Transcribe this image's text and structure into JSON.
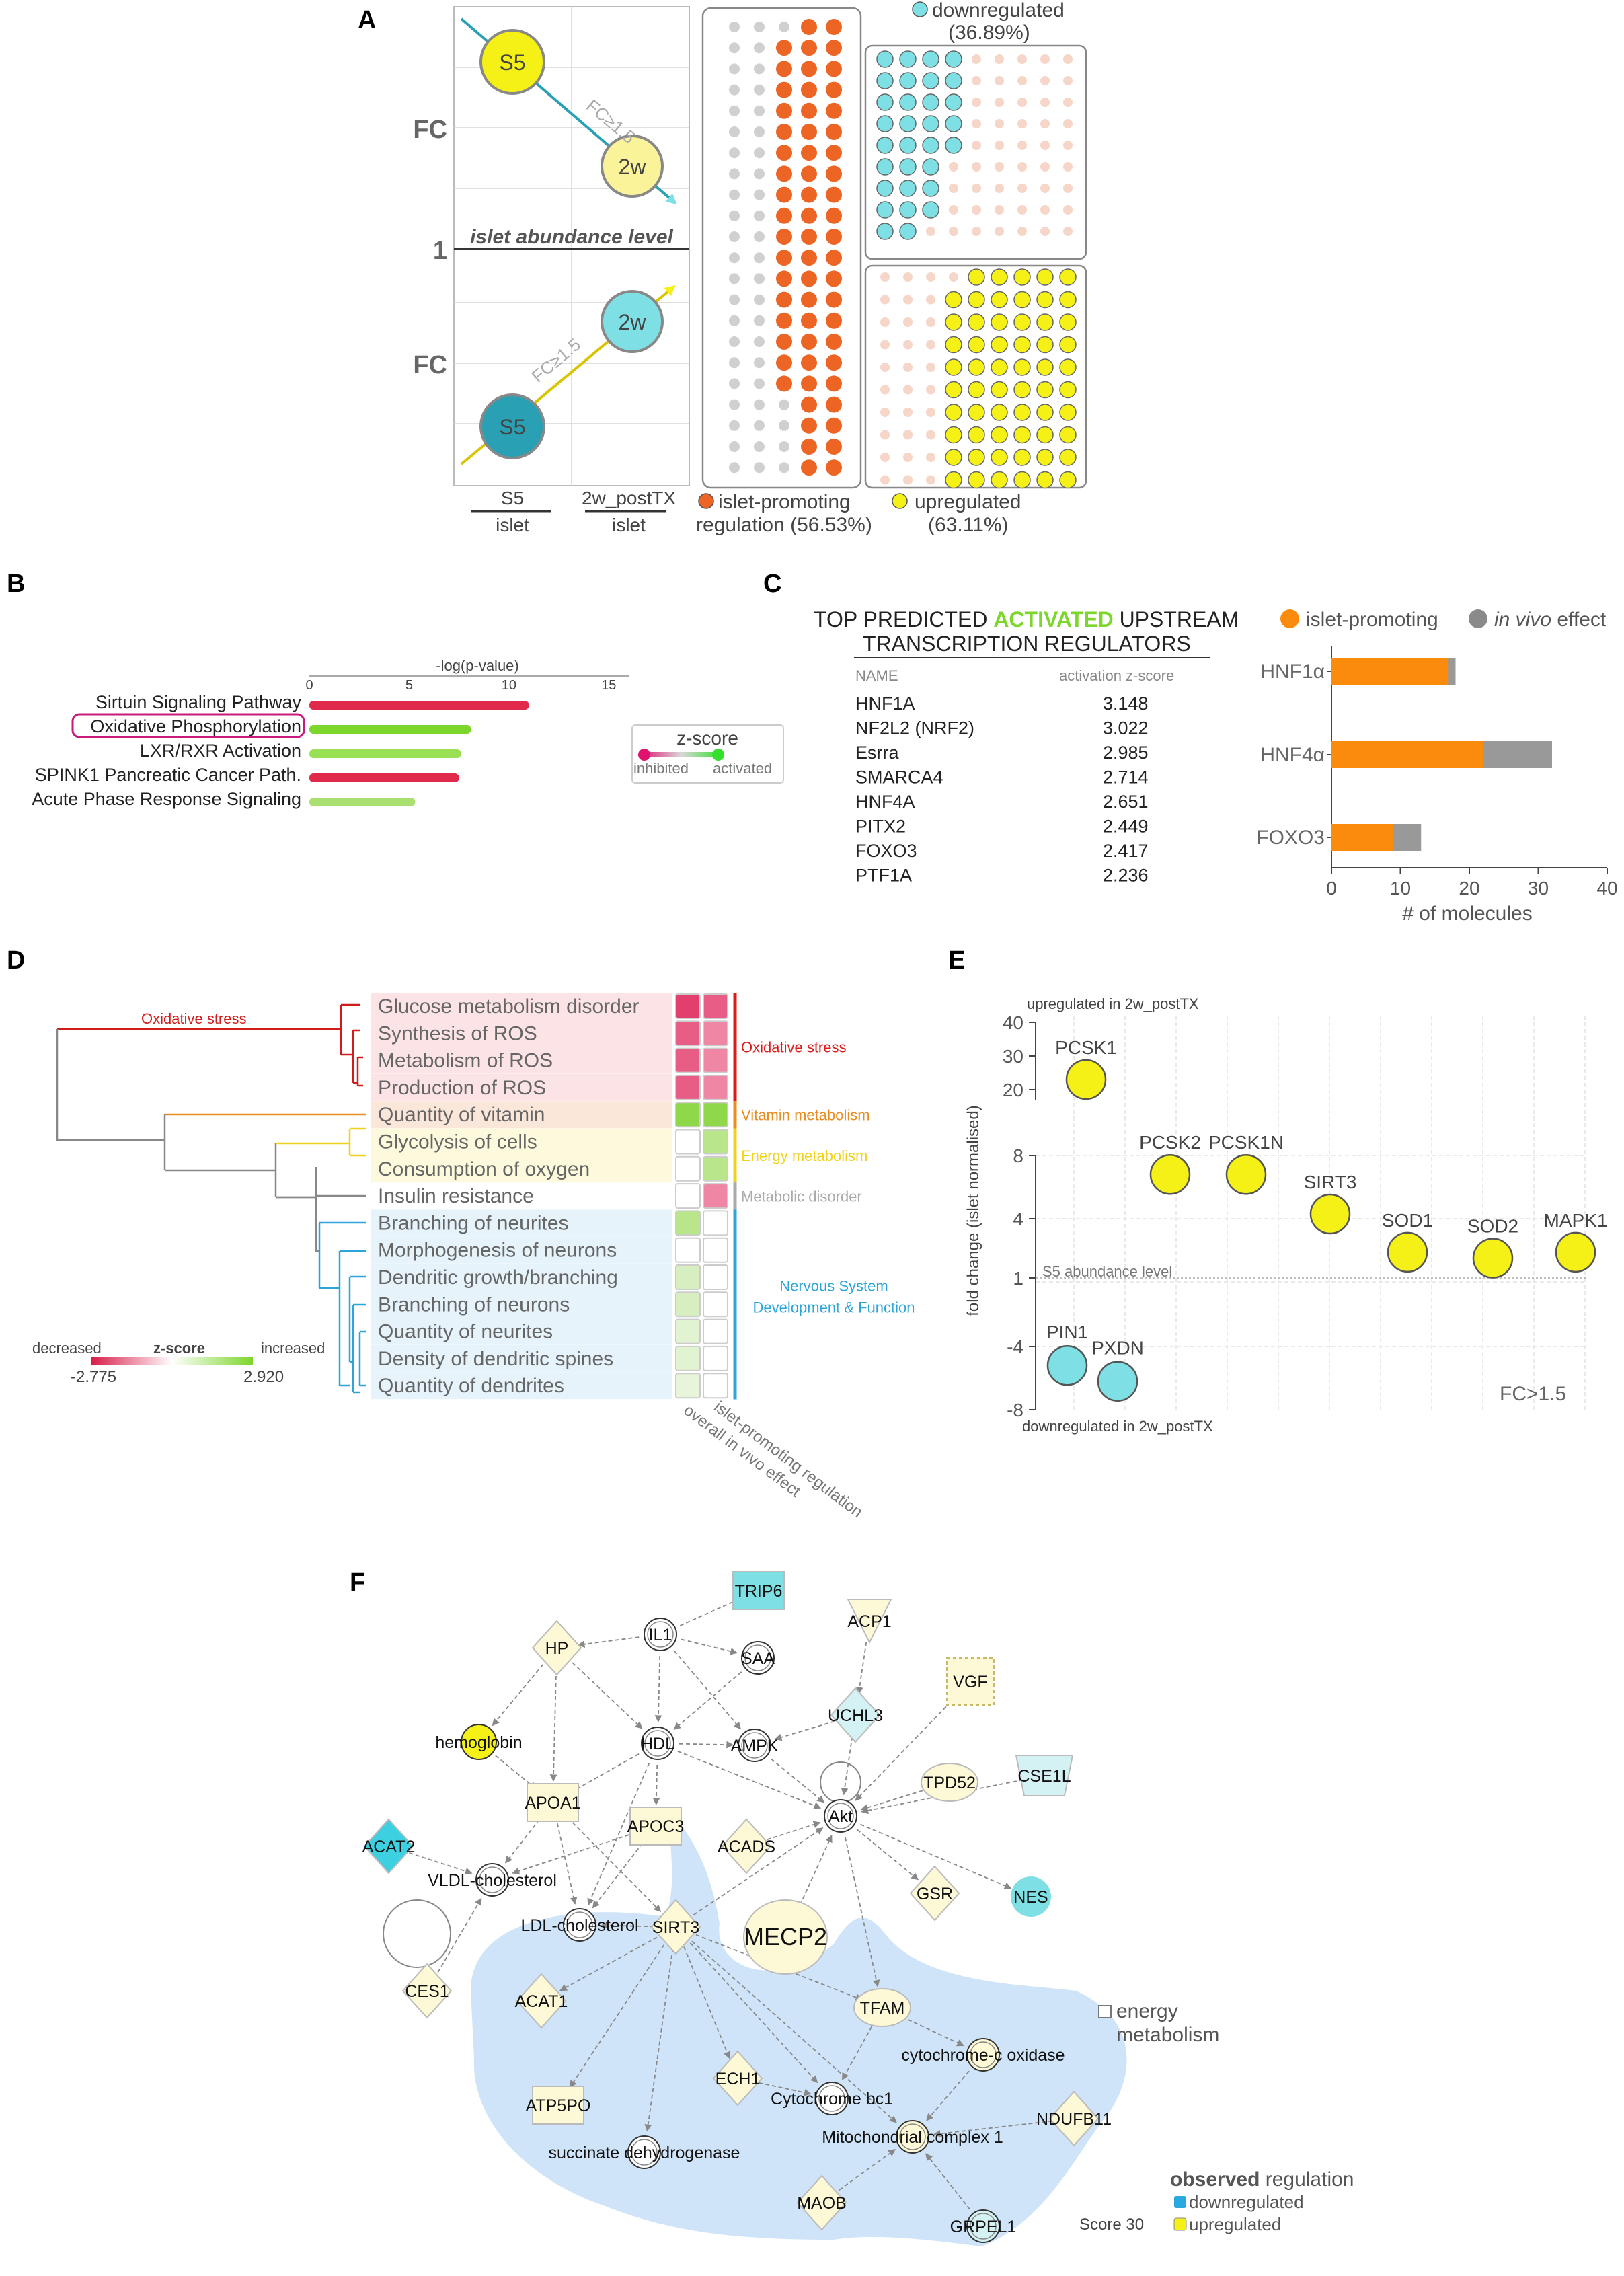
{
  "panels": {
    "A": "A",
    "B": "B",
    "C": "C",
    "D": "D",
    "E": "E",
    "F": "F"
  },
  "panelA": {
    "fc_top": "FC",
    "fc_bottom": "FC",
    "one": "1",
    "islet_line": "islet abundance level",
    "s5": "S5",
    "w2": "2w",
    "fc_label_top": "FC≥1.5",
    "fc_label_bottom": "FC≥1.5",
    "x_s5": "S5",
    "x_islet1": "islet",
    "x_2w": "2w_postTX",
    "x_islet2": "islet",
    "downregulated": "downregulated",
    "down_pct": "(36.89%)",
    "islet_promoting": "islet-promoting",
    "islet_promoting_pct": "regulation (56.53%)",
    "upregulated": "upregulated",
    "up_pct": "(63.11%)",
    "colors": {
      "orange": "#ec6525",
      "cyan": "#7ee0e4",
      "yellow": "#f5f116",
      "pink": "#f6d6c9",
      "grey": "#d0d0d0"
    }
  },
  "panelB": {
    "axis_title": "-log(p-value)",
    "ticks": [
      "0",
      "5",
      "10",
      "15"
    ],
    "zscore_title": "z-score",
    "inhibited": "inhibited",
    "activated": "activated",
    "chart_data": {
      "type": "bar",
      "categories": [
        "Sirtuin Signaling Pathway",
        "Oxidative Phosphorylation",
        "LXR/RXR Activation",
        "SPINK1 Pancreatic Cancer Path.",
        "Acute Phase Response Signaling"
      ],
      "values": [
        11.0,
        8.1,
        7.6,
        7.5,
        5.3
      ],
      "colors": [
        "#e0294b",
        "#7dd62b",
        "#9ae055",
        "#e0294b",
        "#a9e070"
      ],
      "xlim": [
        0,
        16
      ]
    }
  },
  "panelC": {
    "title1a": "TOP PREDICTED ",
    "title1b": "ACTIVATED",
    "title1c": " UPSTREAM",
    "title2": "TRANSCRIPTION REGULATORS",
    "col_name": "NAME",
    "col_z": "activation z-score",
    "rows": [
      {
        "name": "HNF1A",
        "z": "3.148"
      },
      {
        "name": "NF2L2 (NRF2)",
        "z": "3.022"
      },
      {
        "name": "Esrra",
        "z": "2.985"
      },
      {
        "name": "SMARCA4",
        "z": "2.714"
      },
      {
        "name": "HNF4A",
        "z": "2.651"
      },
      {
        "name": "PITX2",
        "z": "2.449"
      },
      {
        "name": "FOXO3",
        "z": "2.417"
      },
      {
        "name": "PTF1A",
        "z": "2.236"
      }
    ],
    "legend_orange": "islet-promoting",
    "legend_grey_a": "in vivo",
    "legend_grey_b": " effect",
    "chart_data": {
      "type": "bar",
      "categories": [
        "HNF1α",
        "HNF4α",
        "FOXO3"
      ],
      "series": [
        {
          "name": "islet-promoting",
          "values": [
            17,
            22,
            9
          ],
          "color": "#fa8b0d"
        },
        {
          "name": "in vivo effect",
          "values": [
            18,
            32,
            13
          ],
          "color": "#999999"
        }
      ],
      "xlabel": "# of molecules",
      "xticks": [
        "0",
        "10",
        "20",
        "30",
        "40"
      ],
      "xlim": [
        0,
        40
      ]
    }
  },
  "panelD": {
    "dendro_label": "Oxidative stress",
    "rows": [
      "Glucose metabolism disorder",
      "Synthesis of ROS",
      "Metabolism of ROS",
      "Production of ROS",
      "Quantity of vitamin",
      "Glycolysis of cells",
      "Consumption of oxygen",
      "Insulin resistance",
      "Branching of neurites",
      "Morphogenesis of neurons",
      "Dendritic growth/branching",
      "Branching of neurons",
      "Quantity of neurites",
      "Density of dendritic spines",
      "Quantity of dendrites"
    ],
    "cells_a": [
      "#e33f6c",
      "#e85d85",
      "#e85d85",
      "#e85d85",
      "#8ed84a",
      "#ffffff",
      "#ffffff",
      "#ffffff",
      "#b9e58b",
      "#ffffff",
      "#d7efc0",
      "#d7efc0",
      "#e2f3d1",
      "#e2f3d1",
      "#e8f5db"
    ],
    "cells_b": [
      "#e85d85",
      "#ee86a4",
      "#ee86a4",
      "#ee86a4",
      "#8ed84a",
      "#b9e58b",
      "#b9e58b",
      "#ee86a4",
      "#ffffff",
      "#ffffff",
      "#ffffff",
      "#ffffff",
      "#ffffff",
      "#ffffff",
      "#ffffff"
    ],
    "groups": [
      {
        "label": "Oxidative stress",
        "color": "#dd1a1a"
      },
      {
        "label": "Vitamin metabolism",
        "color": "#ea8c1e"
      },
      {
        "label": "Energy metabolism",
        "color": "#f0d21c"
      },
      {
        "label": "Metabolic disorder",
        "color": "#aaaaaa"
      },
      {
        "label1": "Nervous System",
        "label2": "Development & Function",
        "color": "#2ea5d8"
      }
    ],
    "col_label1": "islet-promoting regulation",
    "col_label2": "overall in vivo effect",
    "legend": {
      "decreased": "decreased",
      "zscore": "z-score",
      "increased": "increased",
      "min": "-2.775",
      "max": "2.920"
    }
  },
  "panelE": {
    "top_note": "upregulated in 2w_postTX",
    "bottom_note": "downregulated in 2w_postTX",
    "ylabel": "fold change (islet normalised)",
    "upper_ticks": [
      "40",
      "30",
      "20"
    ],
    "lower_ticks": [
      "8",
      "4",
      "1",
      "-4",
      "-8"
    ],
    "s5_line": "S5 abundance level",
    "fc_note": "FC>1.5",
    "chart_data": {
      "type": "scatter",
      "points": [
        {
          "label": "PCSK1",
          "y": 23,
          "group": "up"
        },
        {
          "label": "PCSK2",
          "y": 6.8,
          "group": "up"
        },
        {
          "label": "PCSK1N",
          "y": 6.8,
          "group": "up"
        },
        {
          "label": "SIRT3",
          "y": 4.3,
          "group": "up"
        },
        {
          "label": "SOD1",
          "y": 2.3,
          "group": "up"
        },
        {
          "label": "SOD2",
          "y": 2.0,
          "group": "up"
        },
        {
          "label": "MAPK1",
          "y": 2.3,
          "group": "up"
        },
        {
          "label": "PIN1",
          "y": -5.2,
          "group": "down"
        },
        {
          "label": "PXDN",
          "y": -6.2,
          "group": "down"
        }
      ]
    }
  },
  "panelF": {
    "energy1": "energy",
    "energy2": "metabolism",
    "obs_a": "observed",
    "obs_b": " regulation",
    "down": "downregulated",
    "up": "upregulated",
    "score": "Score 30",
    "nodes": [
      "TRIP6",
      "ACP1",
      "HP",
      "IL1",
      "SAA",
      "VGF",
      "UCHL3",
      "hemoglobin",
      "HDL",
      "AMPK",
      "TPD52",
      "CSE1L",
      "APOA1",
      "APOC3",
      "Akt",
      "ACAT2",
      "ACADS",
      "VLDL-cholesterol",
      "GSR",
      "NES",
      "MECP2",
      "LDL-cholesterol",
      "SIRT3",
      "CES1",
      "ACAT1",
      "TFAM",
      "ECH1",
      "cytochrome-c oxidase",
      "Cytochrome bc1",
      "ATP5PO",
      "Mitochondrial complex 1",
      "NDUFB11",
      "succinate dehydrogenase",
      "MAOB",
      "GRPEL1"
    ]
  }
}
